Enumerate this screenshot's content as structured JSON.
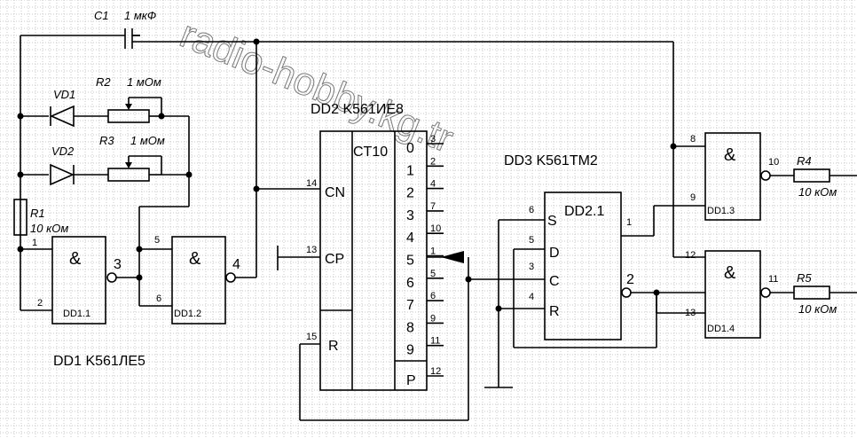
{
  "watermark": "radio-hobby.kg.tr",
  "capacitor": {
    "ref": "C1",
    "value": "1 мкФ"
  },
  "diodes": {
    "vd1": "VD1",
    "vd2": "VD2"
  },
  "resistors": {
    "r1": {
      "ref": "R1",
      "value": "10 кОм"
    },
    "r2": {
      "ref": "R2",
      "value": "1 мОм"
    },
    "r3": {
      "ref": "R3",
      "value": "1 мОм"
    },
    "r4": {
      "ref": "R4",
      "value": "10 кОм"
    },
    "r5": {
      "ref": "R5",
      "value": "10 кОм"
    }
  },
  "dd1": {
    "title": "DD1  K561ЛЕ5",
    "symbol": "&",
    "g1": {
      "name": "DD1.1",
      "pins": [
        "1",
        "2",
        "3"
      ]
    },
    "g2": {
      "name": "DD1.2",
      "pins": [
        "5",
        "6",
        "4"
      ]
    },
    "g3": {
      "name": "DD1.3",
      "pins": [
        "8",
        "9",
        "10"
      ]
    },
    "g4": {
      "name": "DD1.4",
      "pins": [
        "12",
        "13",
        "11"
      ]
    }
  },
  "dd2": {
    "title": "DD2 K561ИЕ8",
    "center": "CT10",
    "inputs": [
      {
        "pin": "14",
        "label": "CN"
      },
      {
        "pin": "13",
        "label": "CP"
      },
      {
        "pin": "15",
        "label": "R"
      }
    ],
    "outputs": [
      {
        "label": "0",
        "pin": "3"
      },
      {
        "label": "1",
        "pin": "2"
      },
      {
        "label": "2",
        "pin": "4"
      },
      {
        "label": "3",
        "pin": "7"
      },
      {
        "label": "4",
        "pin": "10"
      },
      {
        "label": "5",
        "pin": "1"
      },
      {
        "label": "6",
        "pin": "5"
      },
      {
        "label": "7",
        "pin": "6"
      },
      {
        "label": "8",
        "pin": "9"
      },
      {
        "label": "9",
        "pin": "11"
      },
      {
        "label": "P",
        "pin": "12"
      }
    ]
  },
  "dd3": {
    "title": "DD3  K561TM2",
    "name": "DD2.1",
    "pins": [
      {
        "label": "S",
        "pin": "6"
      },
      {
        "label": "D",
        "pin": "5"
      },
      {
        "label": "C",
        "pin": "3"
      },
      {
        "label": "R",
        "pin": "4"
      }
    ],
    "q": "1",
    "qn": "2"
  }
}
